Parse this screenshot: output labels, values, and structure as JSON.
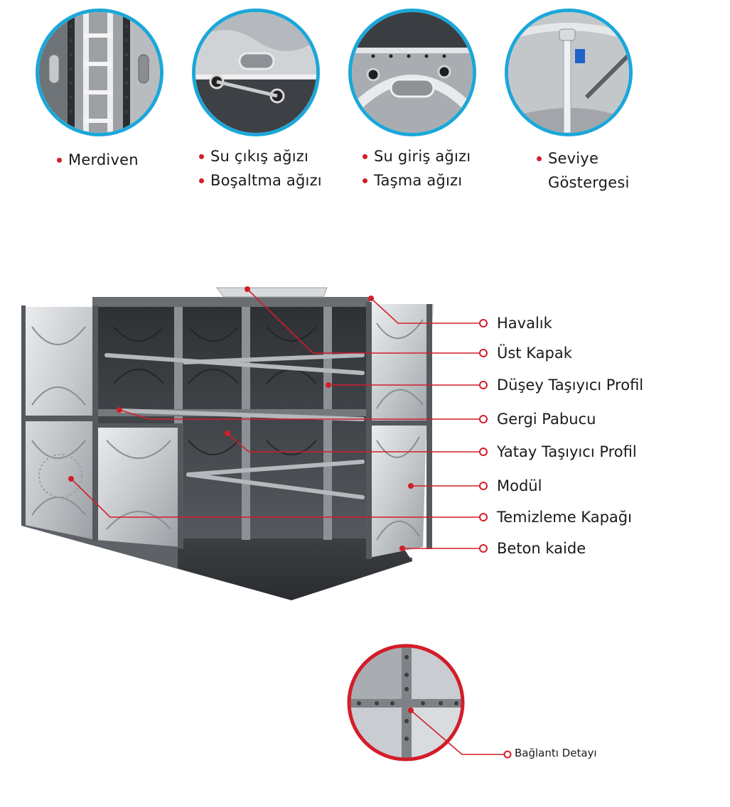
{
  "colors": {
    "accent_red": "#d21e2a",
    "ring_blue": "#1ba7d9",
    "steel_dark": "#4a4d52",
    "steel_light": "#d6d8db"
  },
  "details": [
    {
      "id": "ladder",
      "labels": [
        "Merdiven"
      ]
    },
    {
      "id": "outlet",
      "labels": [
        "Su çıkış ağızı",
        "Boşaltma ağızı"
      ]
    },
    {
      "id": "inlet",
      "labels": [
        "Su giriş ağızı",
        "Taşma ağızı"
      ]
    },
    {
      "id": "level",
      "labels": [
        "Seviye",
        "Göstergesi"
      ]
    }
  ],
  "callouts": [
    "Havalık",
    "Üst Kapak",
    "Düşey Taşıyıcı Profil",
    "Gergi Pabucu",
    "Yatay Taşıyıcı Profil",
    "Modül",
    "Temizleme Kapağı",
    "Beton kaide"
  ],
  "connection": {
    "label": "Bağlantı Detayı"
  },
  "icons": [
    "bullet-dot-icon",
    "callout-ring-icon"
  ]
}
